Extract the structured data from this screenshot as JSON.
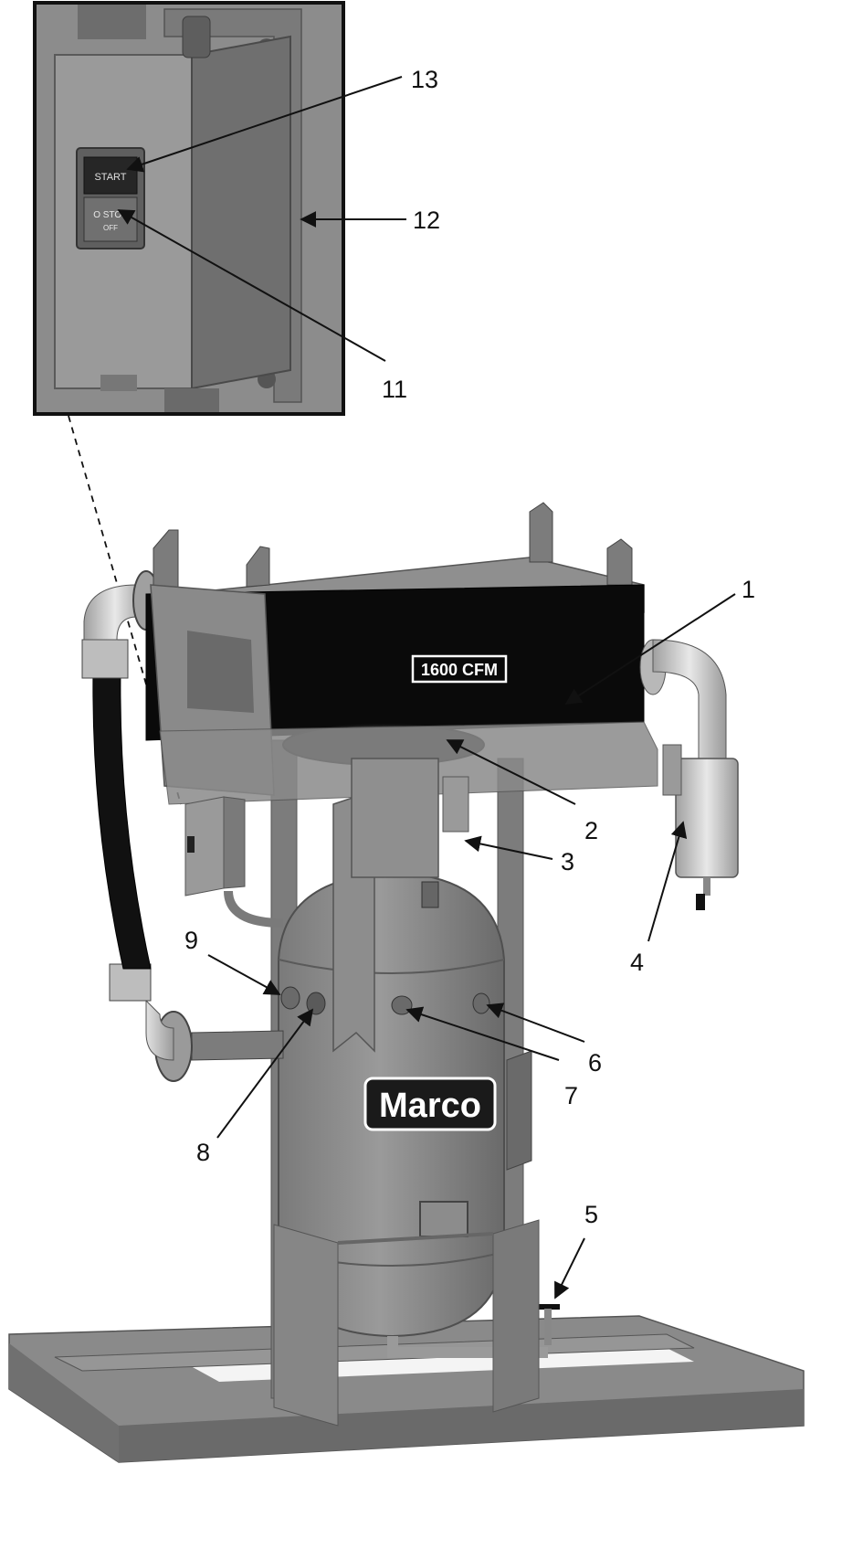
{
  "inset": {
    "start_label": "START",
    "stop_label": "O STOP",
    "stop_sublabel": "OFF"
  },
  "machine": {
    "badge_text": "1600 CFM",
    "brand_text": "Marco"
  },
  "callouts": [
    {
      "id": "1",
      "label": "1"
    },
    {
      "id": "2",
      "label": "2"
    },
    {
      "id": "3",
      "label": "3"
    },
    {
      "id": "4",
      "label": "4"
    },
    {
      "id": "5",
      "label": "5"
    },
    {
      "id": "6",
      "label": "6"
    },
    {
      "id": "7",
      "label": "7"
    },
    {
      "id": "8",
      "label": "8"
    },
    {
      "id": "9",
      "label": "9"
    },
    {
      "id": "11",
      "label": "11"
    },
    {
      "id": "12",
      "label": "12"
    },
    {
      "id": "13",
      "label": "13"
    }
  ],
  "colors": {
    "steel": "#8f8f8f",
    "steel_dark": "#6e6e6e",
    "steel_light": "#a9a9a9",
    "cooler_body": "#0a0a0a",
    "hose": "#111111",
    "pipe": "#cfcfcf",
    "outline": "#111111"
  }
}
